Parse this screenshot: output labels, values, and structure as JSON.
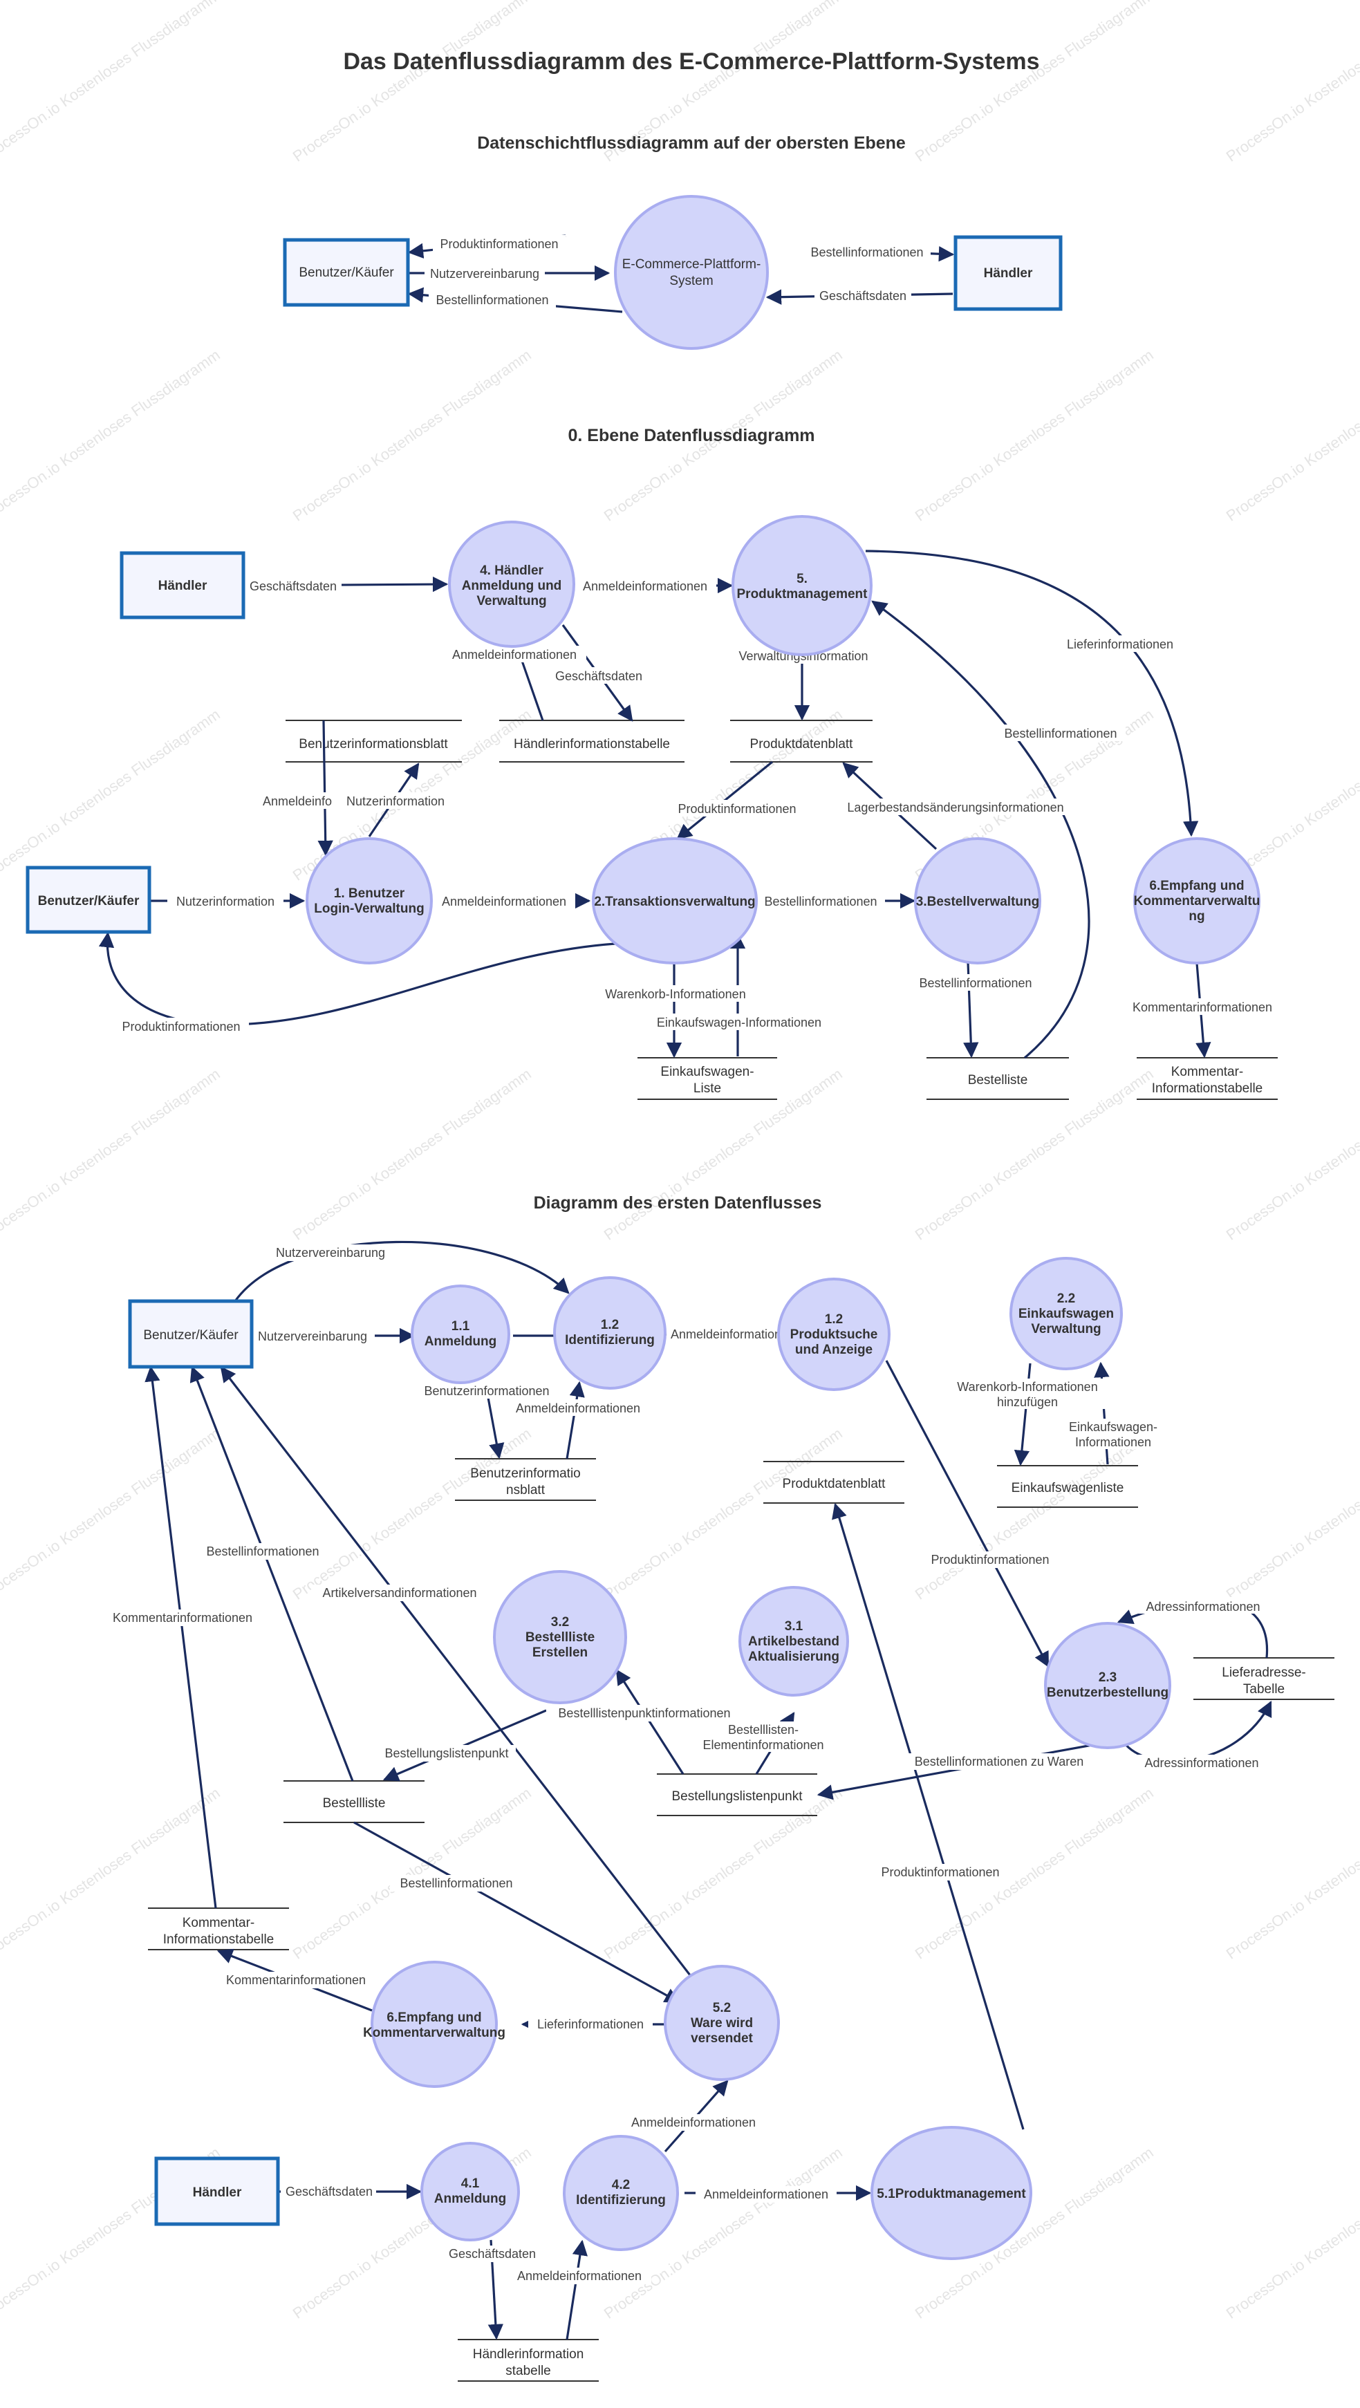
{
  "title": "Das Datenflussdiagramm des E-Commerce-Plattform-Systems",
  "watermark": "ProcessOn.io Kostenloses Flussdiagramm",
  "colors": {
    "process_fill": "#d2d5fa",
    "process_stroke": "#a9adf0",
    "entity_stroke": "#1b6ab4",
    "edge": "#1a2b5e"
  },
  "top": {
    "heading": "Datenschichtflussdiagramm auf der obersten Ebene",
    "entity_user": "Benutzer/Käufer",
    "system": [
      "E-Commerce-Plattform-",
      "System"
    ],
    "entity_dealer": "Händler",
    "e_produkt": "Produktinformationen",
    "e_nutzer": "Nutzervereinbarung",
    "e_bestell_user": "Bestellinformationen",
    "e_bestell_dealer": "Bestellinformationen",
    "e_geschaeft": "Geschäftsdaten"
  },
  "level0": {
    "heading": "0. Ebene Datenflussdiagramm",
    "dealer": "Händler",
    "user": "Benutzer/Käufer",
    "p4": [
      "4. Händler",
      "Anmeldung und",
      "Verwaltung"
    ],
    "p5": [
      "5.",
      "Produktmanagement"
    ],
    "p1": [
      "1. Benutzer",
      "Login-Verwaltung"
    ],
    "p2": "2.Transaktionsverwaltung",
    "p3": "3.Bestellverwaltung",
    "p6": [
      "6.Empfang und",
      "Kommentarverwaltu",
      "ng"
    ],
    "s_benutzer": "Benutzerinformationsblatt",
    "s_haendler": "Händlerinformationstabelle",
    "s_produkt": "Produktdatenblatt",
    "s_warenkorb": [
      "Einkaufswagen-",
      "Liste"
    ],
    "s_bestell": "Bestelliste",
    "s_kommentar": [
      "Kommentar-",
      "Informationstabelle"
    ],
    "e_geschaeft": "Geschäftsdaten",
    "e_anmelde_45": "Anmeldeinformationen",
    "e_anmelde_4h": "Anmeldeinformationen",
    "e_geschaeft_4h": "Geschäftsdaten",
    "e_liefer": "Lieferinformationen",
    "e_verwaltung": "Verwaltungsinformation",
    "e_bestell_35": "Bestellinformationen",
    "e_anmelde_b1": "Anmeldeinfo",
    "e_nutzer_1b": "Nutzerinformation",
    "e_produkt_p2": "Produktinformationen",
    "e_lager": "Lagerbestandsänderungsinformationen",
    "e_nutzerinfo": "Nutzerinformation",
    "e_anmelde_12": "Anmeldeinformationen",
    "e_bestell_23": "Bestellinformationen",
    "e_produkt_u": "Produktinformationen",
    "e_warenkorb": "Warenkorb-Informationen",
    "e_einkauf": "Einkaufswagen-Informationen",
    "e_bestell_3s": "Bestellinformationen",
    "e_kommentar": "Kommentarinformationen"
  },
  "level1": {
    "heading": "Diagramm des ersten Datenflusses",
    "user": "Benutzer/Käufer",
    "dealer": "Händler",
    "p11": [
      "1.1",
      "Anmeldung"
    ],
    "p12": [
      "1.2",
      "Identifizierung"
    ],
    "p12b": [
      "1.2",
      "Produktsuche",
      "und Anzeige"
    ],
    "p22": [
      "2.2",
      "Einkaufswagen",
      "Verwaltung"
    ],
    "p32": [
      "3.2",
      "Bestellliste",
      "Erstellen"
    ],
    "p31": [
      "3.1",
      "Artikelbestand",
      "Aktualisierung"
    ],
    "p23": [
      "2.3",
      "Benutzerbestellung"
    ],
    "p6": [
      "6.Empfang und",
      "Kommentarverwaltung"
    ],
    "p52": [
      "5.2",
      "Ware wird",
      "versendet"
    ],
    "p41": [
      "4.1",
      "Anmeldung"
    ],
    "p42": [
      "4.2",
      "Identifizierung"
    ],
    "p51": "5.1Produktmanagement",
    "s_benutzer": [
      "Benutzerinformatio",
      "nsblatt"
    ],
    "s_produkt": "Produktdatenblatt",
    "s_einkauf": "Einkaufswagenliste",
    "s_liefer": [
      "Lieferadresse-",
      "Tabelle"
    ],
    "s_bestellliste": "Bestellliste",
    "s_punkt": "Bestellungslistenpunkt",
    "s_kommentar": [
      "Kommentar-",
      "Informationstabelle"
    ],
    "s_haendler": [
      "Händlerinformation",
      "stabelle"
    ],
    "e_nutzer_top": "Nutzervereinbarung",
    "e_nutzer": "Nutzervereinbarung",
    "e_benutzerinfo": "Benutzerinformationen",
    "e_anmelde_s": "Anmeldeinformationen",
    "e_anmelde_12": "Anmeldeinformationen",
    "e_warenkorb": [
      "Warenkorb-Informationen",
      "hinzufügen"
    ],
    "e_einkauf": [
      "Einkaufswagen-",
      "Informationen"
    ],
    "e_produkt_23": "Produktinformationen",
    "e_adresse_top": "Adressinformationen",
    "e_adresse_bot": "Adressinformationen",
    "e_bestell_u": "Bestellinformationen",
    "e_artikel": "Artikelversandinformationen",
    "e_kommentar_u": "Kommentarinformationen",
    "e_punktinfo": "Bestelllistenpunktinformationen",
    "e_punkt": "Bestellungslistenpunkt",
    "e_elemente": [
      "Bestelllisten-",
      "Elementinformationen"
    ],
    "e_bestell_waren": "Bestellinformationen zu Waren",
    "e_bestell_52": "Bestellinformationen",
    "e_produkt_51": "Produktinformationen",
    "e_kommentar_6": "Kommentarinformationen",
    "e_liefer": "Lieferinformationen",
    "e_anmelde_42": "Anmeldeinformationen",
    "e_anmelde_51": "Anmeldeinformationen",
    "e_geschaeft": "Geschäftsdaten",
    "e_geschaeft_s": "Geschäftsdaten",
    "e_anmelde_hs": "Anmeldeinformationen"
  }
}
